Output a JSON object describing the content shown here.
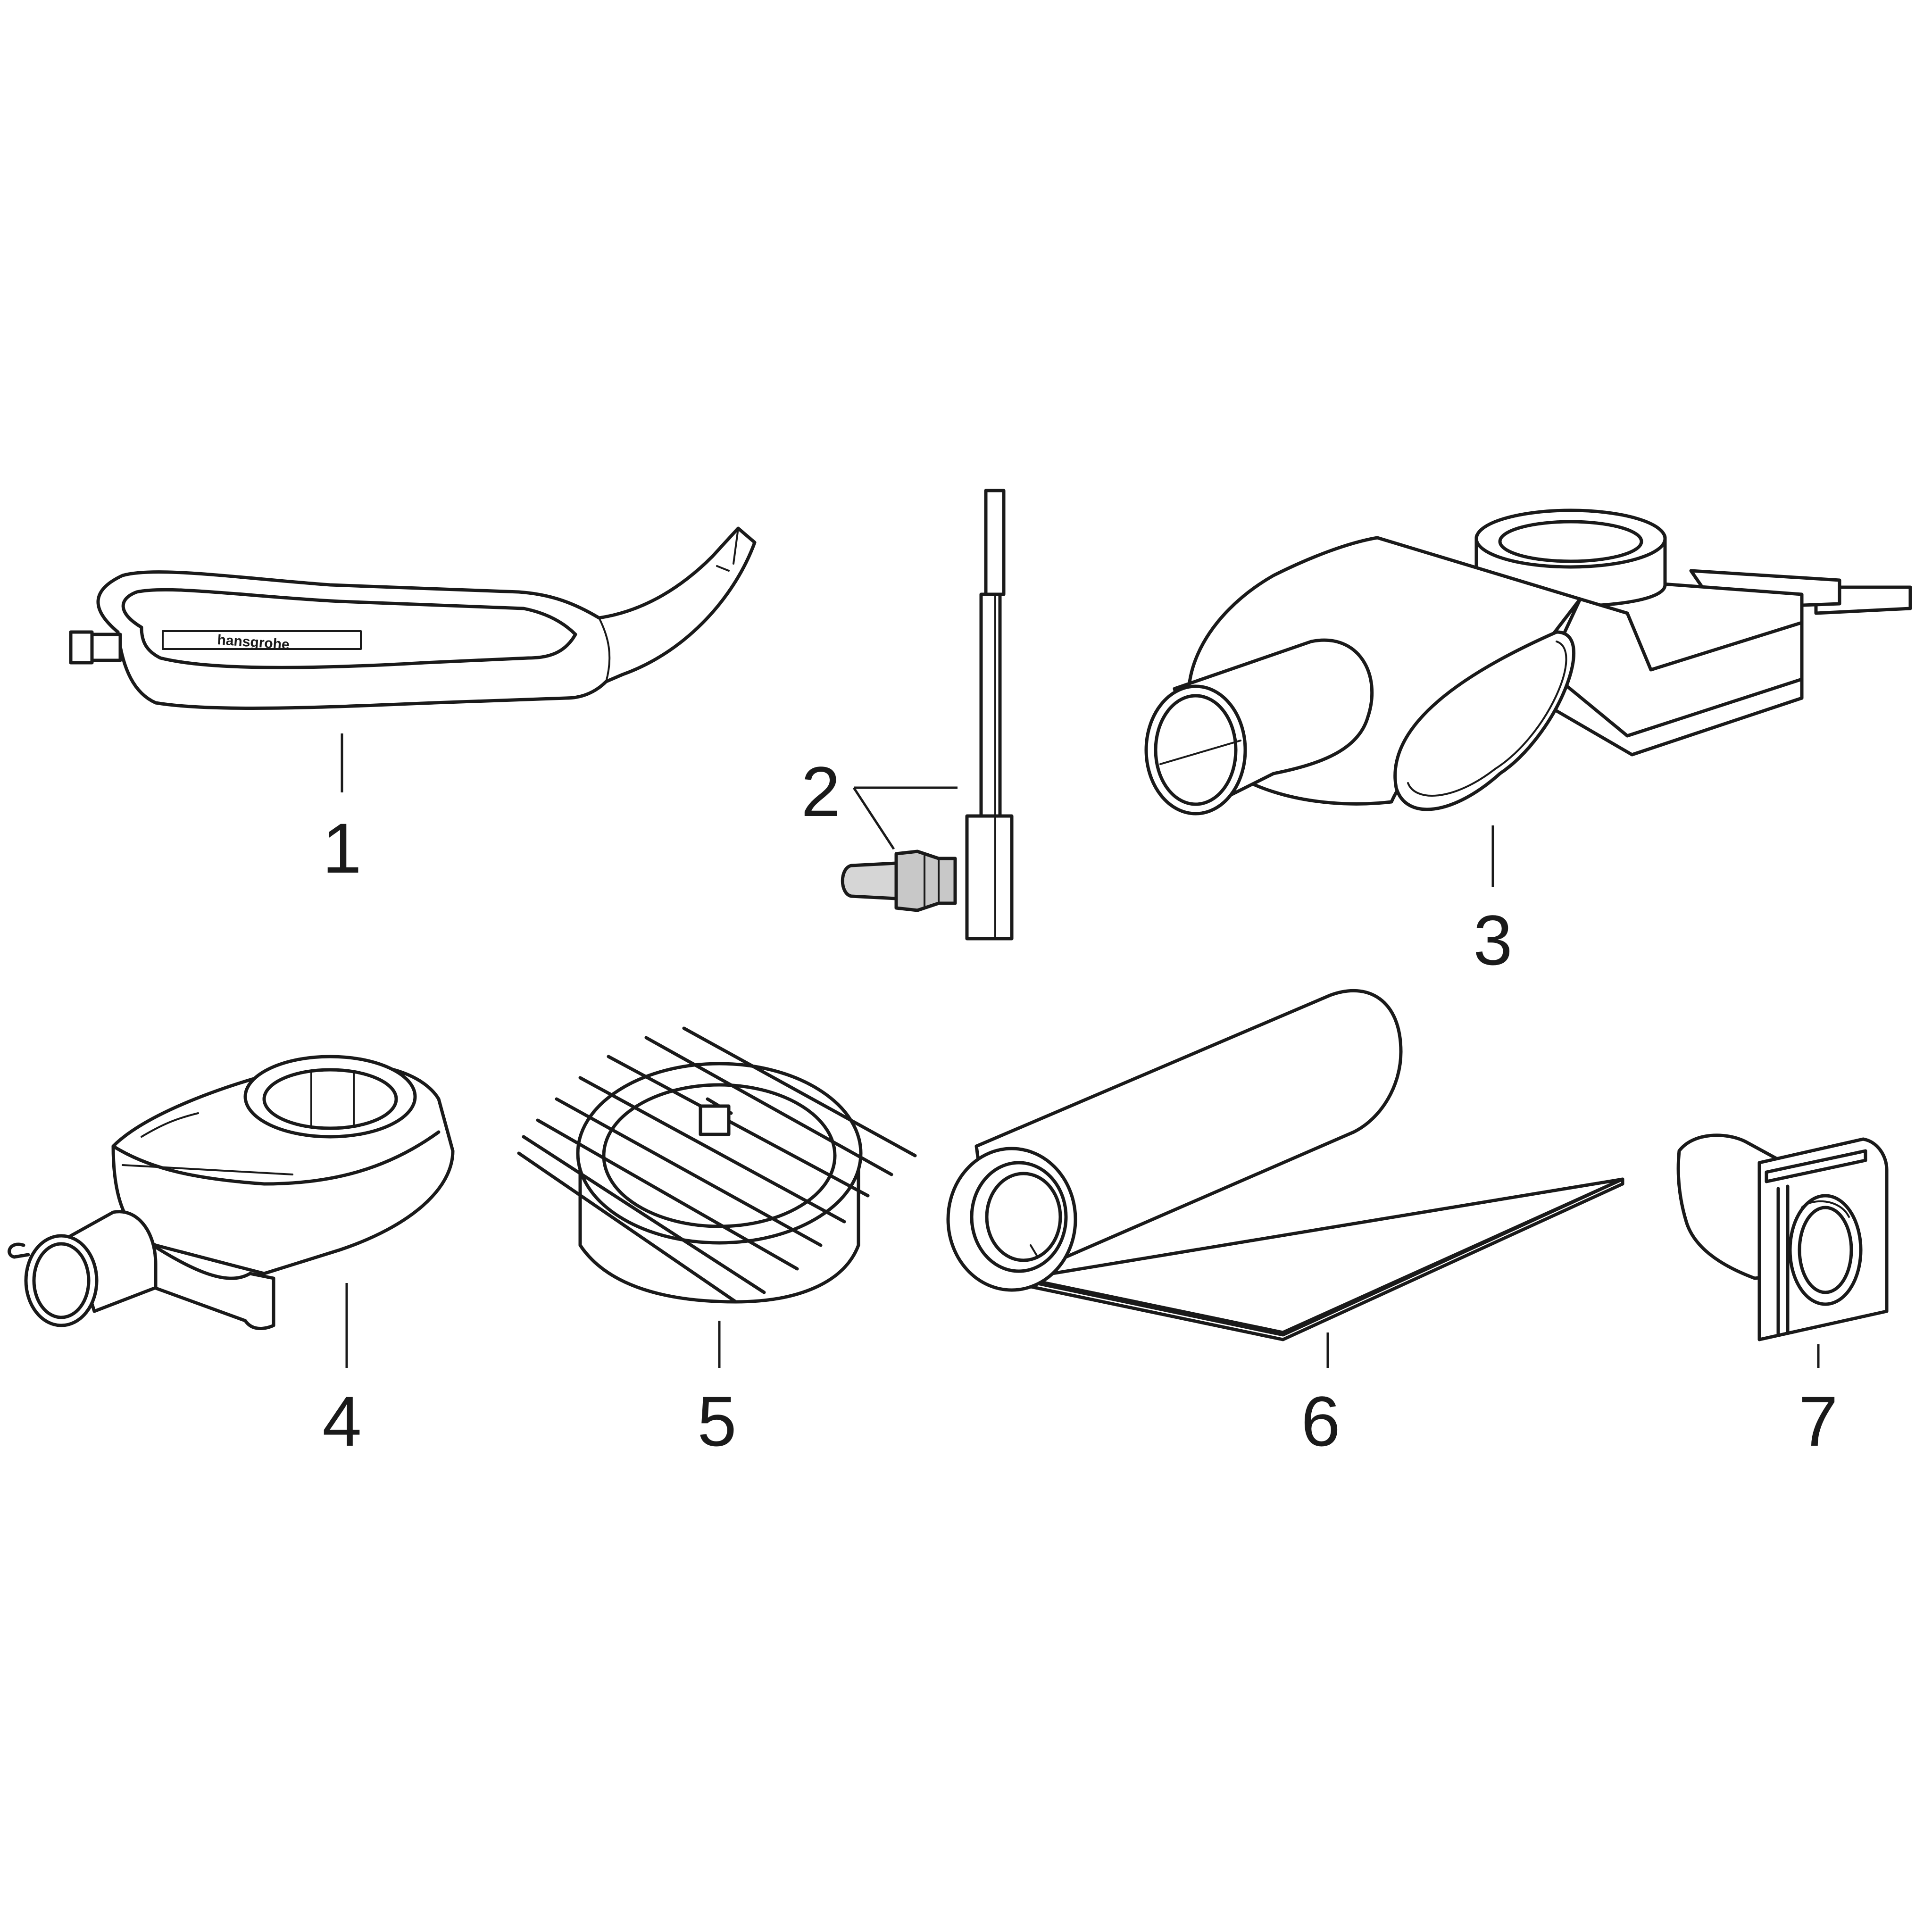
{
  "parts": [
    {
      "number": "1",
      "icon": "installation-key-icon",
      "brand": "hansgrohe"
    },
    {
      "number": "2",
      "icon": "screw-and-strip-icon"
    },
    {
      "number": "3",
      "icon": "drain-body-icon"
    },
    {
      "number": "4",
      "icon": "drain-housing-icon"
    },
    {
      "number": "5",
      "icon": "grate-icon"
    },
    {
      "number": "6",
      "icon": "sealing-membrane-icon"
    },
    {
      "number": "7",
      "icon": "wall-sleeve-icon"
    }
  ],
  "colors": {
    "line": "#1a1a1a",
    "background": "#ffffff",
    "shade": "#c8c8c8"
  }
}
